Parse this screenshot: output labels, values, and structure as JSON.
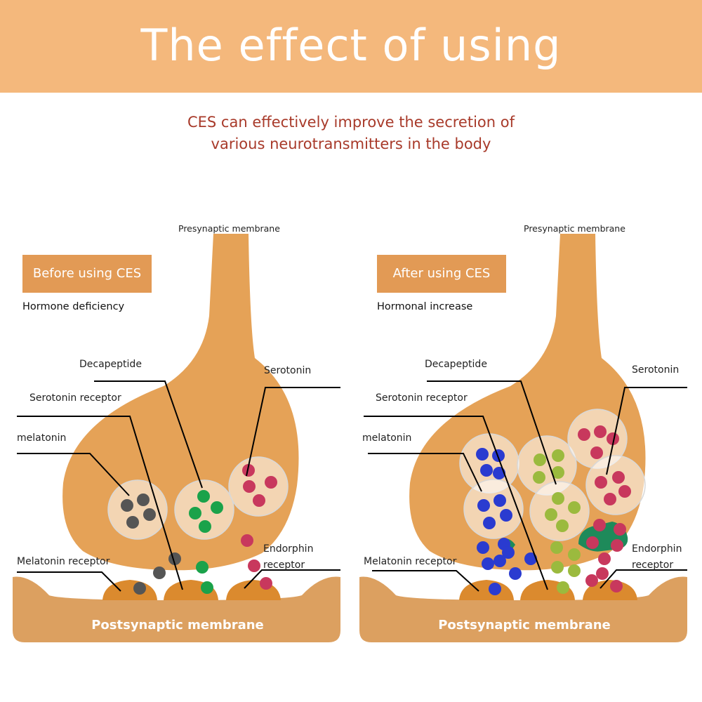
{
  "header": {
    "title": "The effect of using",
    "subtitle_line1": "CES can effectively improve the secretion of",
    "subtitle_line2": "various neurotransmitters in the body"
  },
  "colors": {
    "banner": "#f4b87c",
    "subtitle": "#a83a2a",
    "neuron": "#e5a257",
    "receptor": "#db8a2e",
    "badge": "#e29a55",
    "melatonin": "#555555",
    "decapeptide_before": "#1aa24a",
    "decapeptide_after": "#9bba3e",
    "serotonin": "#c8385d",
    "melatonin_after": "#2a3bd0",
    "endorphin_receptor_mark": "#1e8a5a"
  },
  "panels": {
    "before": {
      "presynaptic": "Presynaptic membrane",
      "badge": "Before using CES",
      "state": "Hormone deficiency",
      "decapeptide": "Decapeptide",
      "serotonin_receptor": "Serotonin receptor",
      "melatonin": "melatonin",
      "serotonin": "Serotonin",
      "endorphin_receptor_1": "Endorphin",
      "endorphin_receptor_2": "receptor",
      "melatonin_receptor": "Melatonin receptor",
      "postsynaptic": "Postsynaptic membrane"
    },
    "after": {
      "presynaptic": "Presynaptic membrane",
      "badge": "After using CES",
      "state": "Hormonal increase",
      "decapeptide": "Decapeptide",
      "serotonin_receptor": "Serotonin receptor",
      "melatonin": "melatonin",
      "serotonin": "Serotonin",
      "endorphin_receptor_1": "Endorphin",
      "endorphin_receptor_2": "receptor",
      "melatonin_receptor": "Melatonin receptor",
      "postsynaptic": "Postsynaptic membrane"
    }
  }
}
